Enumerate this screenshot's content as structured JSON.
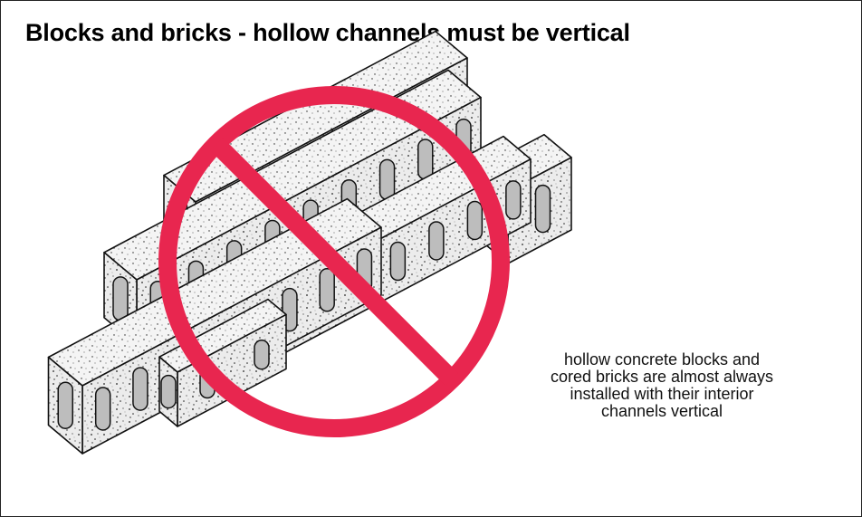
{
  "title": "Blocks and bricks - hollow channels must be vertical",
  "caption_lines": [
    "hollow concrete blocks and",
    "cored bricks are almost always",
    "installed with their interior",
    "channels vertical"
  ],
  "colors": {
    "prohibition": "#e8264f",
    "block_face": "#e9e9e9",
    "block_top": "#f2f2f2",
    "channel": "#bdbdbd",
    "outline": "#111111"
  },
  "icons": [
    "prohibition-sign-icon"
  ]
}
